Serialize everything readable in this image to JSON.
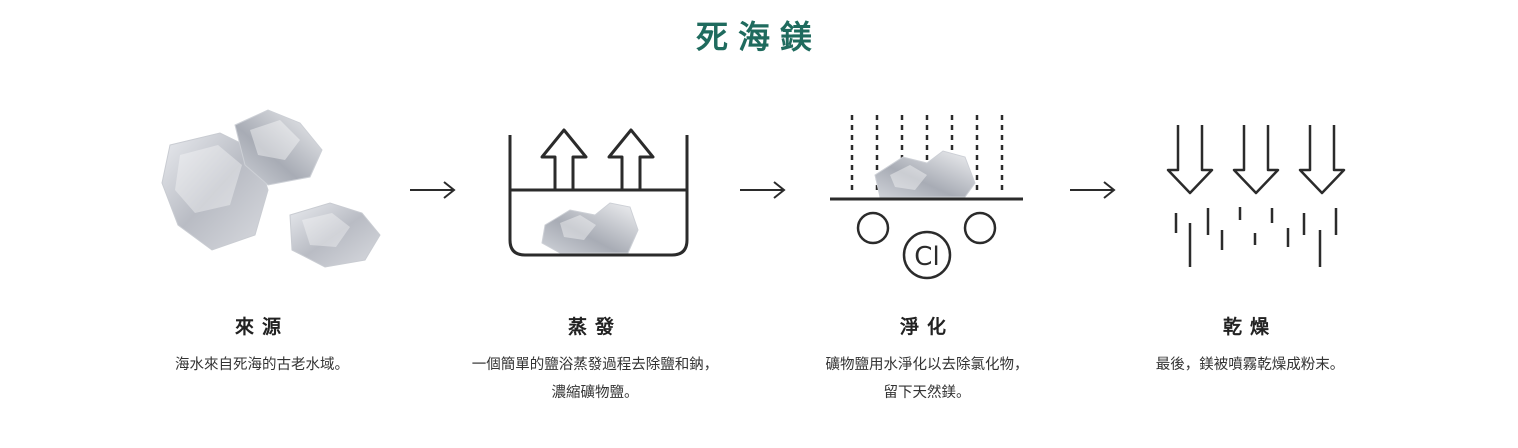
{
  "title": "死海鎂",
  "colors": {
    "title": "#1f6b5e",
    "line": "#2b2b2b"
  },
  "steps": [
    {
      "icon": "crystal-icon",
      "heading": "來源",
      "desc": [
        "海水來自死海的古老水域。"
      ]
    },
    {
      "icon": "evaporation-icon",
      "heading": "蒸發",
      "desc": [
        "一個簡單的鹽浴蒸發過程去除鹽和鈉，",
        "濃縮礦物鹽。"
      ]
    },
    {
      "icon": "purification-icon",
      "heading": "淨化",
      "desc": [
        "礦物鹽用水淨化以去除氯化物，",
        "留下天然鎂。"
      ],
      "label": "Cl"
    },
    {
      "icon": "drying-icon",
      "heading": "乾燥",
      "desc": [
        "最後，鎂被噴霧乾燥成粉末。"
      ]
    }
  ]
}
